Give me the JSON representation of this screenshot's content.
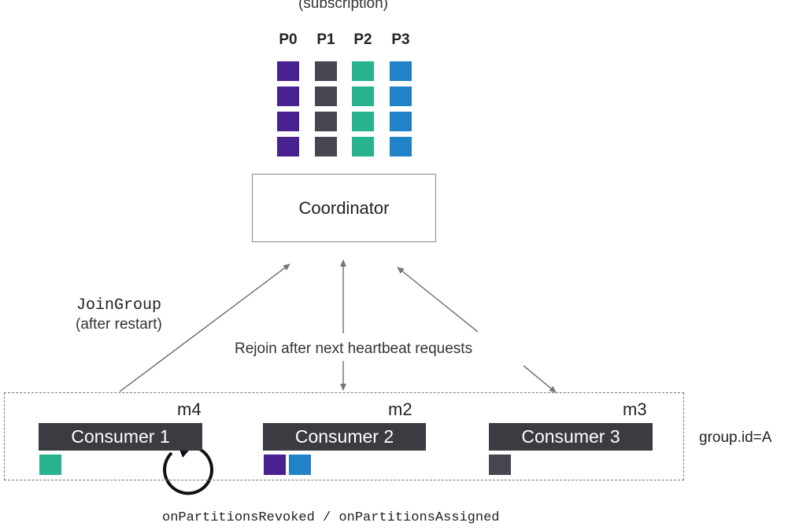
{
  "subscription_label": "(subscription)",
  "partitions": [
    {
      "label": "P0",
      "color": "#4a2191"
    },
    {
      "label": "P1",
      "color": "#45464f"
    },
    {
      "label": "P2",
      "color": "#26b38d"
    },
    {
      "label": "P3",
      "color": "#2182c8"
    }
  ],
  "coordinator": {
    "label": "Coordinator"
  },
  "annotations": {
    "join_group": "JoinGroup",
    "after_restart": "(after restart)",
    "rejoin": "Rejoin after next heartbeat requests",
    "group_id": "group.id=A",
    "callbacks": "onPartitionsRevoked / onPartitionsAssigned"
  },
  "consumers": [
    {
      "label": "Consumer 1",
      "member": "m4",
      "assigned": [
        "P2"
      ]
    },
    {
      "label": "Consumer 2",
      "member": "m2",
      "assigned": [
        "P0",
        "P3"
      ]
    },
    {
      "label": "Consumer 3",
      "member": "m3",
      "assigned": [
        "P1"
      ]
    }
  ],
  "colors": {
    "consumer_bg": "#3a3c42",
    "arrow": "#777777"
  }
}
